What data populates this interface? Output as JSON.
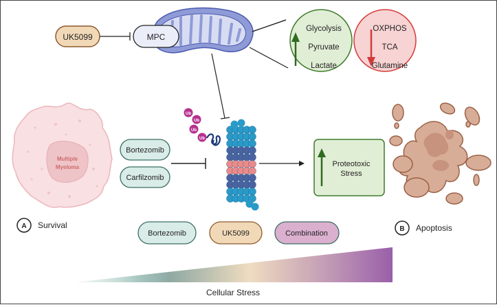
{
  "inhibitor_top": {
    "label": "UK5099"
  },
  "mpc": {
    "label": "MPC"
  },
  "upregulated": {
    "items": [
      "Glycolysis",
      "Pyruvate",
      "Lactate"
    ],
    "color": "#3e7a2a",
    "fill": "#e1eed6"
  },
  "downregulated": {
    "items": [
      "OXPHOS",
      "TCA",
      "Glutamine"
    ],
    "color": "#d33a3a",
    "fill": "#f7d3d3"
  },
  "cell": {
    "label_line1": "Multiple",
    "label_line2": "Myeloma"
  },
  "ubiquitin": {
    "label": "Ub",
    "count": 4
  },
  "proteasome_inhibitors": [
    "Bortezomib",
    "Carfilzomib"
  ],
  "stress_box": {
    "line1": "Proteotoxic",
    "line2": "Stress"
  },
  "state_a": {
    "badge": "A",
    "label": "Survival"
  },
  "state_b": {
    "badge": "B",
    "label": "Apoptosis"
  },
  "treatments": [
    {
      "label": "Bortezomib",
      "fill": "#d9ece8",
      "stroke": "#3b6e62"
    },
    {
      "label": "UK5099",
      "fill": "#f1d9b8",
      "stroke": "#8c5a2e"
    },
    {
      "label": "Combination",
      "fill": "#dbb0cf",
      "stroke": "#3b6e62"
    }
  ],
  "gradient": {
    "label": "Cellular Stress",
    "stops": [
      "#d6ebe6",
      "#8fa9a3",
      "#efdcc0",
      "#c19ab5",
      "#9a5fa9"
    ]
  }
}
